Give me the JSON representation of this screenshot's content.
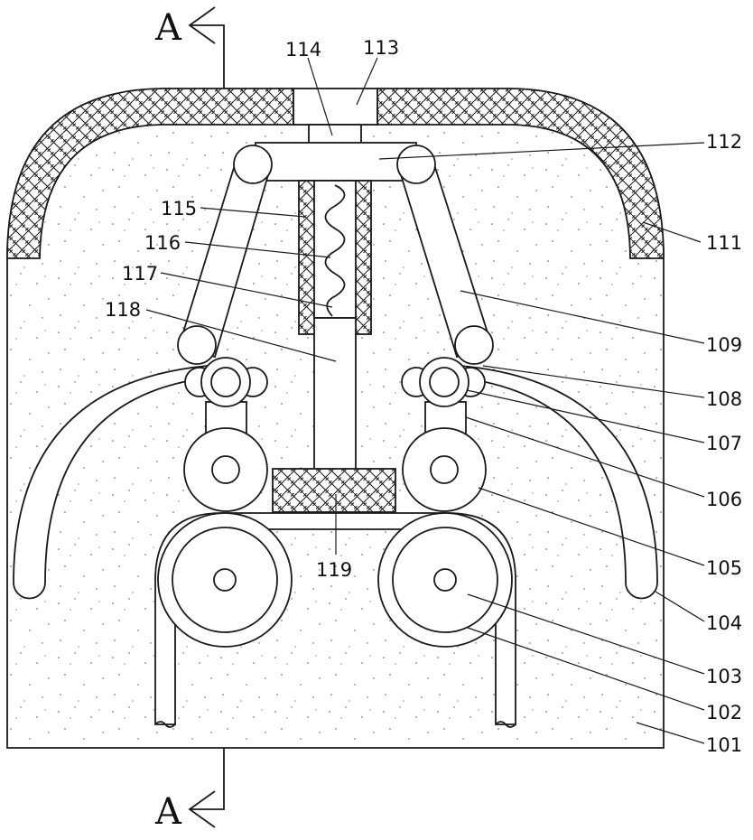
{
  "section_marker": "A",
  "parts": {
    "p101": "101",
    "p102": "102",
    "p103": "103",
    "p104": "104",
    "p105": "105",
    "p106": "106",
    "p107": "107",
    "p108": "108",
    "p109": "109",
    "p111": "111",
    "p112": "112",
    "p113": "113",
    "p114": "114",
    "p115": "115",
    "p116": "116",
    "p117": "117",
    "p118": "118",
    "p119": "119"
  }
}
